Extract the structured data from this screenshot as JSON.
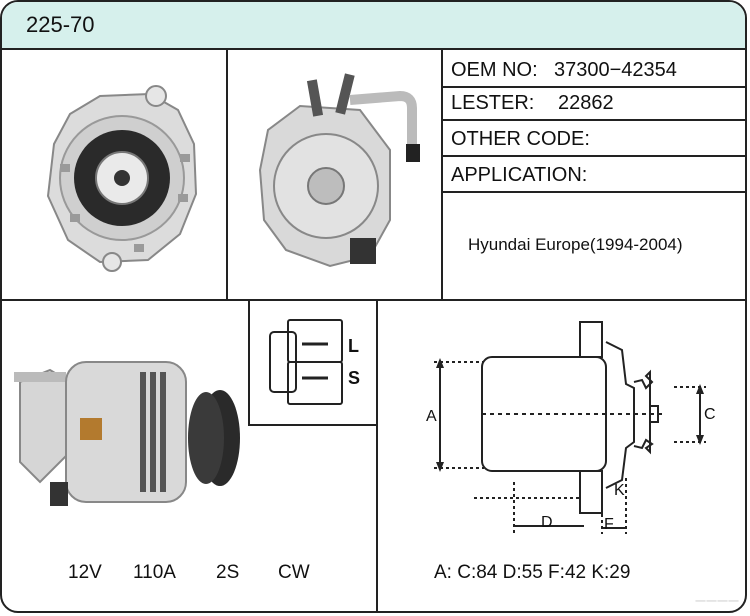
{
  "header": {
    "part_number": "225-70"
  },
  "info": {
    "oem_label": "OEM NO:",
    "oem_value": "37300−42354",
    "lester_label": "LESTER:",
    "lester_value": "22862",
    "other_code_label": "OTHER CODE:",
    "application_label": "APPLICATION:",
    "application_value": "Hyundai Europe(1994-2004)"
  },
  "plug": {
    "label_l": "L",
    "label_s": "S"
  },
  "specs": {
    "voltage": "12V",
    "amperage": "110A",
    "plug": "2S",
    "rotation": "CW"
  },
  "dimensions": {
    "line": "A:  C:84  D:55  F:42  K:29",
    "labels": {
      "a": "A",
      "c": "C",
      "d": "D",
      "f": "F",
      "k": "K"
    }
  },
  "watermark": "一一一一"
}
